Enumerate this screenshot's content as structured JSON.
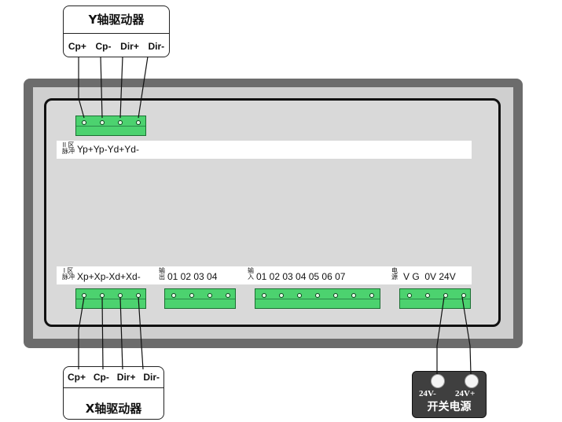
{
  "y_driver": {
    "title": "Y轴驱动器",
    "pins": [
      "Cp+",
      "Cp-",
      "Dir+",
      "Dir-"
    ]
  },
  "x_driver": {
    "title": "X轴驱动器",
    "pins": [
      "Cp+",
      "Cp-",
      "Dir+",
      "Dir-"
    ]
  },
  "panel": {
    "y_pulse_zone": {
      "roman": "II",
      "zone": "区",
      "pulse": "脉冲",
      "signals": "Yp+Yp-Yd+Yd-"
    },
    "x_pulse_zone": {
      "roman": "I",
      "zone": "区",
      "pulse": "脉冲",
      "signals": "Xp+Xp-Xd+Xd-"
    },
    "output": {
      "label_top": "输",
      "label_bottom": "出",
      "channels": "01 02 03 04"
    },
    "input": {
      "label_top": "输",
      "label_bottom": "入",
      "channels": "01 02 03 04 05 06 07"
    },
    "power": {
      "label_top": "电",
      "label_bottom": "源",
      "pins": "V G  0V 24V"
    }
  },
  "power_supply": {
    "title": "开关电源",
    "neg": "24V-",
    "pos": "24V+"
  },
  "colors": {
    "terminal_green": "#4cd26f",
    "panel_frame": "#6c6c6c",
    "panel_face": "#d9d9d9"
  }
}
